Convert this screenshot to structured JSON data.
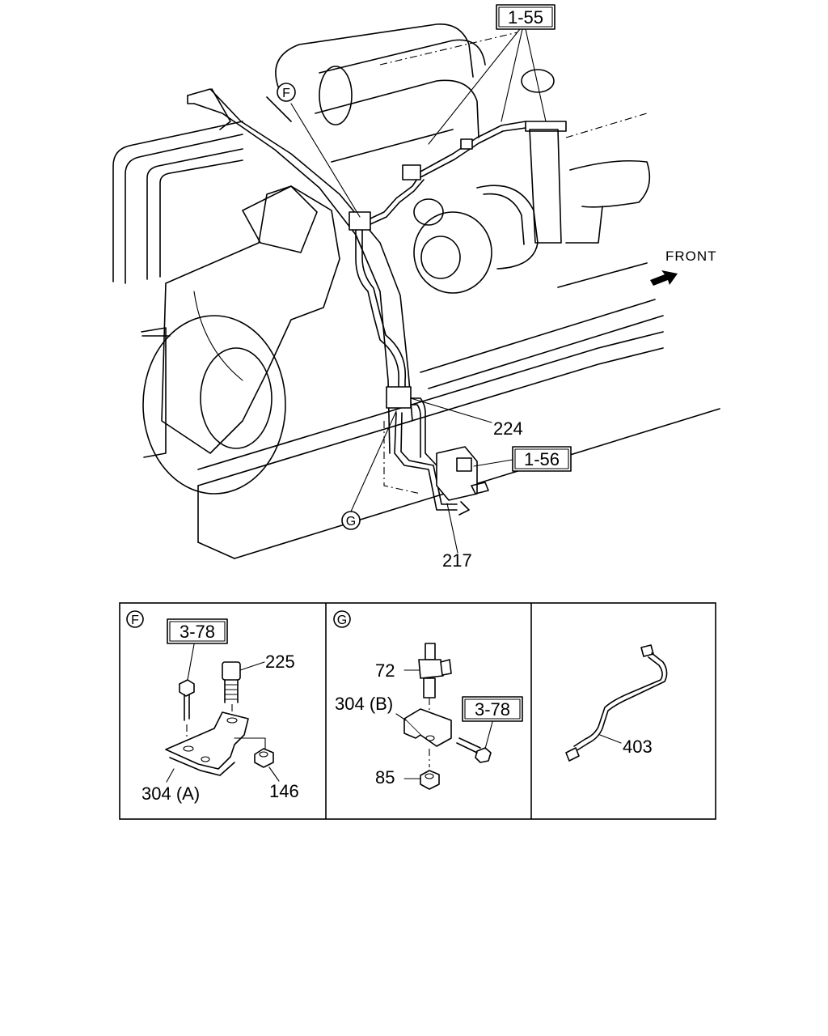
{
  "main_view": {
    "callouts": {
      "ref_1_55": "1-55",
      "ref_1_56": "1-56",
      "part_224": "224",
      "part_217": "217",
      "detail_f": "F",
      "detail_g": "G"
    },
    "direction": {
      "label": "FRONT",
      "icon": "arrow-icon"
    }
  },
  "detail_f": {
    "marker": "F",
    "ref_box": "3-78",
    "parts": {
      "p225": "225",
      "p304a": "304 (A)",
      "p146": "146"
    }
  },
  "detail_g": {
    "marker": "G",
    "ref_box": "3-78",
    "parts": {
      "p72": "72",
      "p304b": "304 (B)",
      "p85": "85"
    }
  },
  "detail_403": {
    "parts": {
      "p403": "403"
    }
  }
}
